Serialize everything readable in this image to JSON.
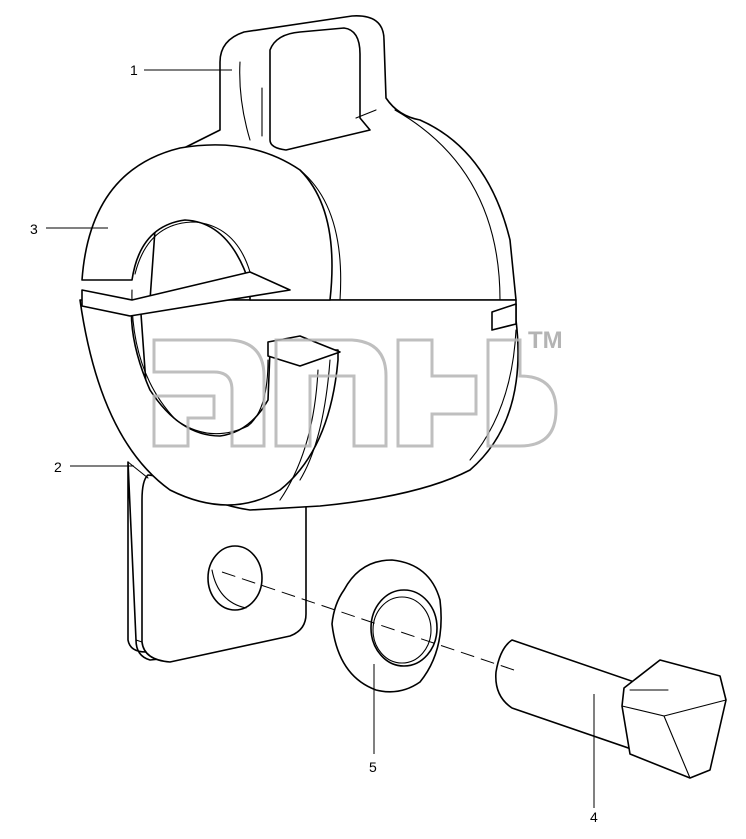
{
  "diagram": {
    "callouts": [
      {
        "id": "1",
        "label": "1"
      },
      {
        "id": "2",
        "label": "2"
      },
      {
        "id": "3",
        "label": "3"
      },
      {
        "id": "4",
        "label": "4"
      },
      {
        "id": "5",
        "label": "5"
      }
    ],
    "watermark": {
      "mark": "TM",
      "color": "#b4b4b4"
    },
    "colors": {
      "line": "#000000",
      "background": "#ffffff"
    }
  }
}
